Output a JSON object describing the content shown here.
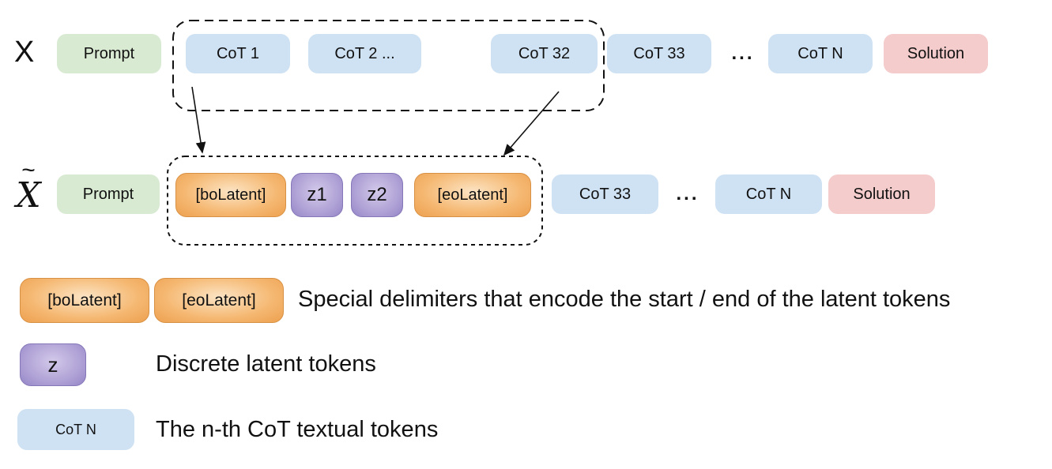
{
  "colors": {
    "prompt_green": "#d9ead3",
    "cot_blue": "#cfe2f3",
    "solution_pink": "#f4cccc",
    "latent_orange_edge": "#eda04f",
    "latent_orange_center": "#fbe2c2",
    "latent_purple_edge": "#9384c6",
    "latent_purple_center": "#cdc2e8",
    "line_black": "#111111"
  },
  "row1": {
    "label": "X",
    "tokens": [
      {
        "text": "Prompt"
      },
      {
        "text": "CoT 1"
      },
      {
        "text": "CoT 2 ..."
      },
      {
        "text": "CoT 32"
      },
      {
        "text": "CoT 33"
      },
      {
        "text": "..."
      },
      {
        "text": "CoT N"
      },
      {
        "text": "Solution"
      }
    ]
  },
  "row2": {
    "label": "X",
    "label_tilde": "~",
    "tokens": [
      {
        "text": "Prompt"
      },
      {
        "text": "[boLatent]"
      },
      {
        "text": "z1"
      },
      {
        "text": "z2"
      },
      {
        "text": "[eoLatent]"
      },
      {
        "text": "CoT 33"
      },
      {
        "text": "..."
      },
      {
        "text": "CoT N"
      },
      {
        "text": "Solution"
      }
    ]
  },
  "legend": {
    "items": [
      {
        "boxes": [
          "[boLatent]",
          "[eoLatent]"
        ],
        "description": "Special delimiters that encode the start / end of the latent tokens"
      },
      {
        "boxes": [
          "z"
        ],
        "description": "Discrete latent tokens"
      },
      {
        "boxes": [
          "CoT N"
        ],
        "description": "The n-th CoT textual tokens"
      }
    ]
  }
}
